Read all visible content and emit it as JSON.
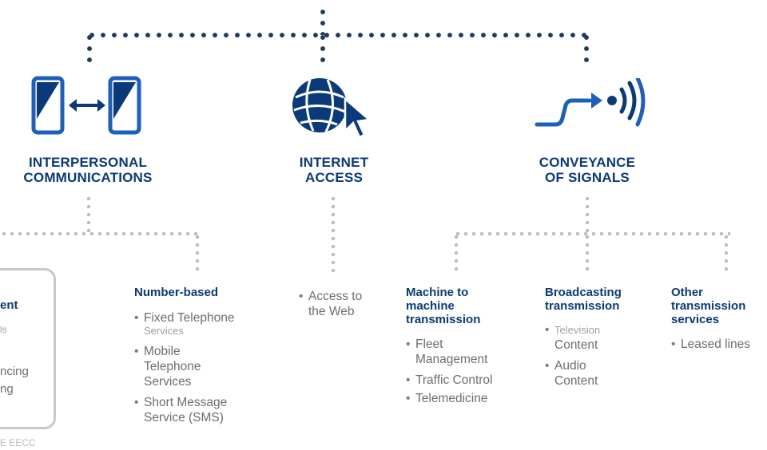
{
  "categories": [
    {
      "title_line1": "INTERPERSONAL",
      "title_line2": "COMMUNICATIONS",
      "icon": "smartphones-exchange-icon"
    },
    {
      "title_line1": "INTERNET",
      "title_line2": "ACCESS",
      "icon": "globe-cursor-icon"
    },
    {
      "title_line1": "CONVEYANCE",
      "title_line2": "OF SIGNALS",
      "icon": "signal-transmission-icon"
    }
  ],
  "left_box": {
    "title": "ent",
    "line1": "ls",
    "line2": "ncing",
    "line3": "ng"
  },
  "footer_note": "E EECC",
  "number_based": {
    "title": "Number-based",
    "items": [
      {
        "line1": "Fixed Telephone",
        "line2": "Services"
      },
      {
        "line1": "Mobile",
        "line2": "Telephone",
        "line3": "Services"
      },
      {
        "line1": "Short Message",
        "line2": "Service (SMS)"
      }
    ]
  },
  "internet": {
    "items": [
      {
        "line1": "Access to",
        "line2": "the Web"
      }
    ]
  },
  "machine": {
    "title_line1": "Machine to",
    "title_line2": "machine",
    "title_line3": "transmission",
    "items": [
      {
        "line1": "Fleet",
        "line2": "Management"
      },
      {
        "line1": "Traffic Control"
      },
      {
        "line1": "Telemedicine"
      }
    ]
  },
  "broadcasting": {
    "title_line1": "Broadcasting",
    "title_line2": "transmission",
    "items": [
      {
        "line1": "Television",
        "line2": "Content"
      },
      {
        "line1": "Audio",
        "line2": "Content"
      }
    ]
  },
  "other": {
    "title_line1": "Other",
    "title_line2": "transmission",
    "title_line3": "services",
    "items": [
      {
        "line1": "Leased lines"
      }
    ]
  }
}
